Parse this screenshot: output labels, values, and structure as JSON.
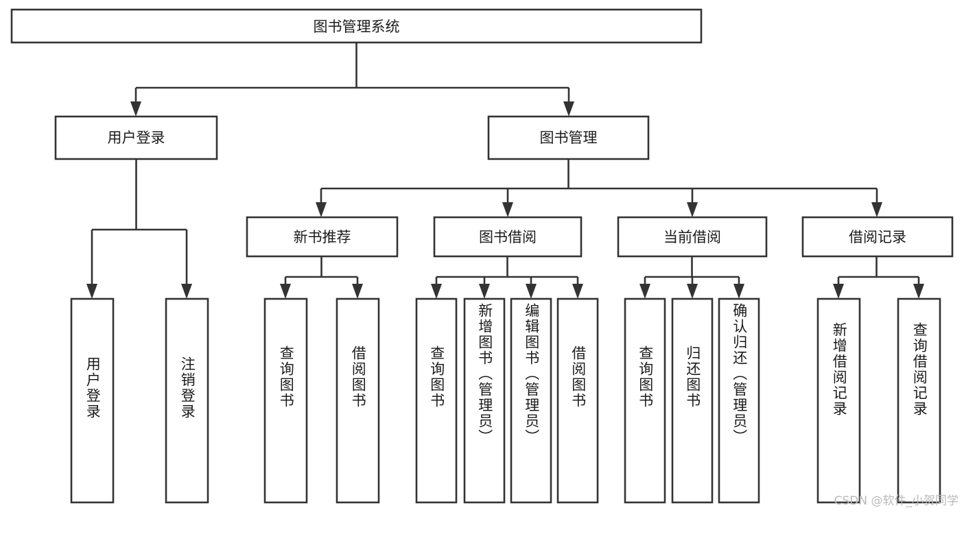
{
  "diagram": {
    "title": "图书管理系统",
    "type": "tree",
    "watermark": "CSDN @软件_小贺同学",
    "colors": {
      "box_stroke": "#333333",
      "box_fill": "#ffffff",
      "text": "#1b1b1b",
      "background": "#ffffff",
      "watermark": "#b9b9b9"
    },
    "root": {
      "label": "图书管理系统"
    },
    "level2": [
      {
        "id": "user-login",
        "label": "用户登录"
      },
      {
        "id": "book-manage",
        "label": "图书管理"
      }
    ],
    "level3": [
      {
        "id": "new-book-recommend",
        "label": "新书推荐"
      },
      {
        "id": "book-borrow",
        "label": "图书借阅"
      },
      {
        "id": "current-borrow",
        "label": "当前借阅"
      },
      {
        "id": "borrow-record",
        "label": "借阅记录"
      }
    ],
    "leaves": {
      "user_login": [
        {
          "id": "leaf-user-login",
          "label": "用户登录"
        },
        {
          "id": "leaf-logout-login",
          "label": "注销登录"
        }
      ],
      "new_book_recommend": [
        {
          "id": "leaf-query-book-1",
          "label": "查询图书"
        },
        {
          "id": "leaf-borrow-book-1",
          "label": "借阅图书"
        }
      ],
      "book_borrow": [
        {
          "id": "leaf-query-book-2",
          "label": "查询图书"
        },
        {
          "id": "leaf-add-book",
          "label": "新增图书（管理员）"
        },
        {
          "id": "leaf-edit-book",
          "label": "编辑图书（管理员）"
        },
        {
          "id": "leaf-borrow-book-2",
          "label": "借阅图书"
        }
      ],
      "current_borrow": [
        {
          "id": "leaf-query-book-3",
          "label": "查询图书"
        },
        {
          "id": "leaf-return-book",
          "label": "归还图书"
        },
        {
          "id": "leaf-confirm-return",
          "label": "确认归还（管理员）"
        }
      ],
      "borrow_record": [
        {
          "id": "leaf-add-record",
          "label": "新增借阅记录"
        },
        {
          "id": "leaf-query-record",
          "label": "查询借阅记录"
        }
      ]
    }
  }
}
